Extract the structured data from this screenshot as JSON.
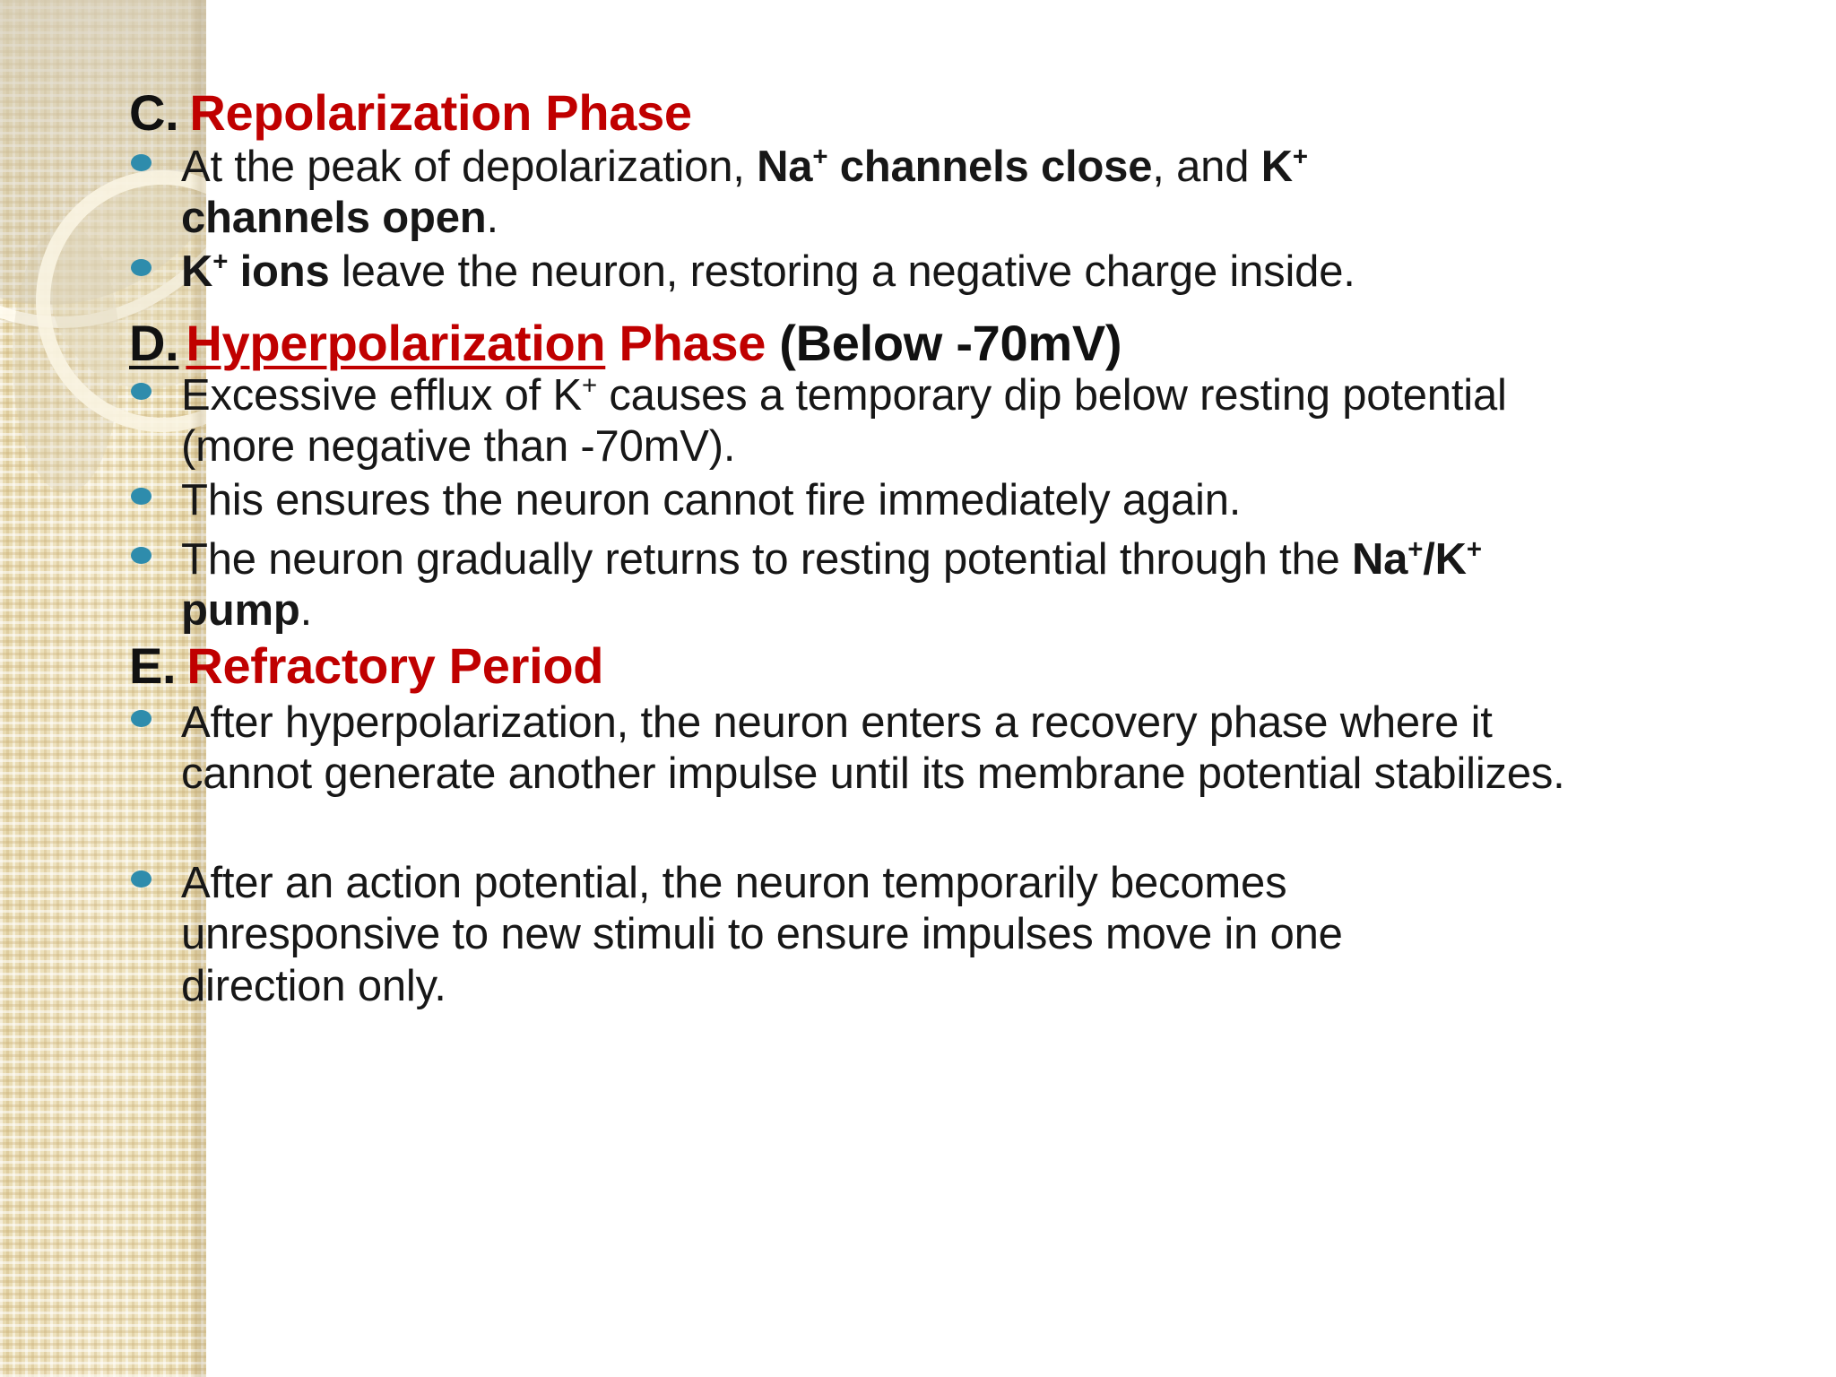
{
  "slide": {
    "background_color": "#FFFFFF",
    "accent_heading_color": "#C00000",
    "bullet_color": "#2E8CAC",
    "body_text_color": "#171717",
    "sidebar_color": "#EDDFB6"
  },
  "sections": [
    {
      "id": "section-c",
      "letter": "C.",
      "title": "Repolarization Phase",
      "title_suffix": "",
      "bullets": [
        {
          "id": "bullet-c-1",
          "runs": [
            {
              "text": "At the peak of depolarization, ",
              "bold": false
            },
            {
              "text": "Na",
              "bold": true
            },
            {
              "text": "+",
              "bold": true,
              "sup": true
            },
            {
              "text": " channels close",
              "bold": true
            },
            {
              "text": ", and ",
              "bold": false
            },
            {
              "text": "K",
              "bold": true
            },
            {
              "text": "+",
              "bold": true,
              "sup": true
            },
            {
              "text": " channels open",
              "bold": true
            },
            {
              "text": ".",
              "bold": false
            }
          ]
        },
        {
          "id": "bullet-c-2",
          "runs": [
            {
              "text": "K",
              "bold": true
            },
            {
              "text": "+",
              "bold": true,
              "sup": true
            },
            {
              "text": " ions",
              "bold": true
            },
            {
              "text": " leave the neuron, restoring a negative charge inside.",
              "bold": false
            }
          ]
        }
      ]
    },
    {
      "id": "section-d",
      "letter": "D.",
      "title": "Hyperpolarization",
      "title_extra": " Phase",
      "title_suffix": " (Below -70mV)",
      "bullets": [
        {
          "id": "bullet-d-1",
          "runs": [
            {
              "text": "Excessive efflux of K",
              "bold": false
            },
            {
              "text": "+",
              "bold": false,
              "sup": true
            },
            {
              "text": " causes a temporary dip below resting potential (more negative than -70mV).",
              "bold": false
            }
          ]
        },
        {
          "id": "bullet-d-2",
          "runs": [
            {
              "text": "This ensures the neuron cannot fire immediately again.",
              "bold": false
            }
          ]
        },
        {
          "id": "bullet-d-3",
          "runs": [
            {
              "text": "The neuron gradually returns to resting potential through the ",
              "bold": false
            },
            {
              "text": "Na",
              "bold": true
            },
            {
              "text": "+",
              "bold": true,
              "sup": true
            },
            {
              "text": "/K",
              "bold": true
            },
            {
              "text": "+",
              "bold": true,
              "sup": true
            },
            {
              "text": " pump",
              "bold": true
            },
            {
              "text": ".",
              "bold": false
            }
          ]
        }
      ]
    },
    {
      "id": "section-e",
      "letter": "E.",
      "title": "Refractory Period",
      "title_suffix": "",
      "bullets": [
        {
          "id": "bullet-e-1",
          "runs": [
            {
              "text": "After hyperpolarization, the neuron enters a recovery phase where it cannot generate another impulse until its membrane potential stabilizes.",
              "bold": false
            }
          ]
        },
        {
          "id": "bullet-e-2",
          "runs": [
            {
              "text": "After an action potential, the neuron temporarily becomes unresponsive to new stimuli to ensure impulses move in one direction only.",
              "bold": false
            }
          ]
        }
      ]
    }
  ]
}
